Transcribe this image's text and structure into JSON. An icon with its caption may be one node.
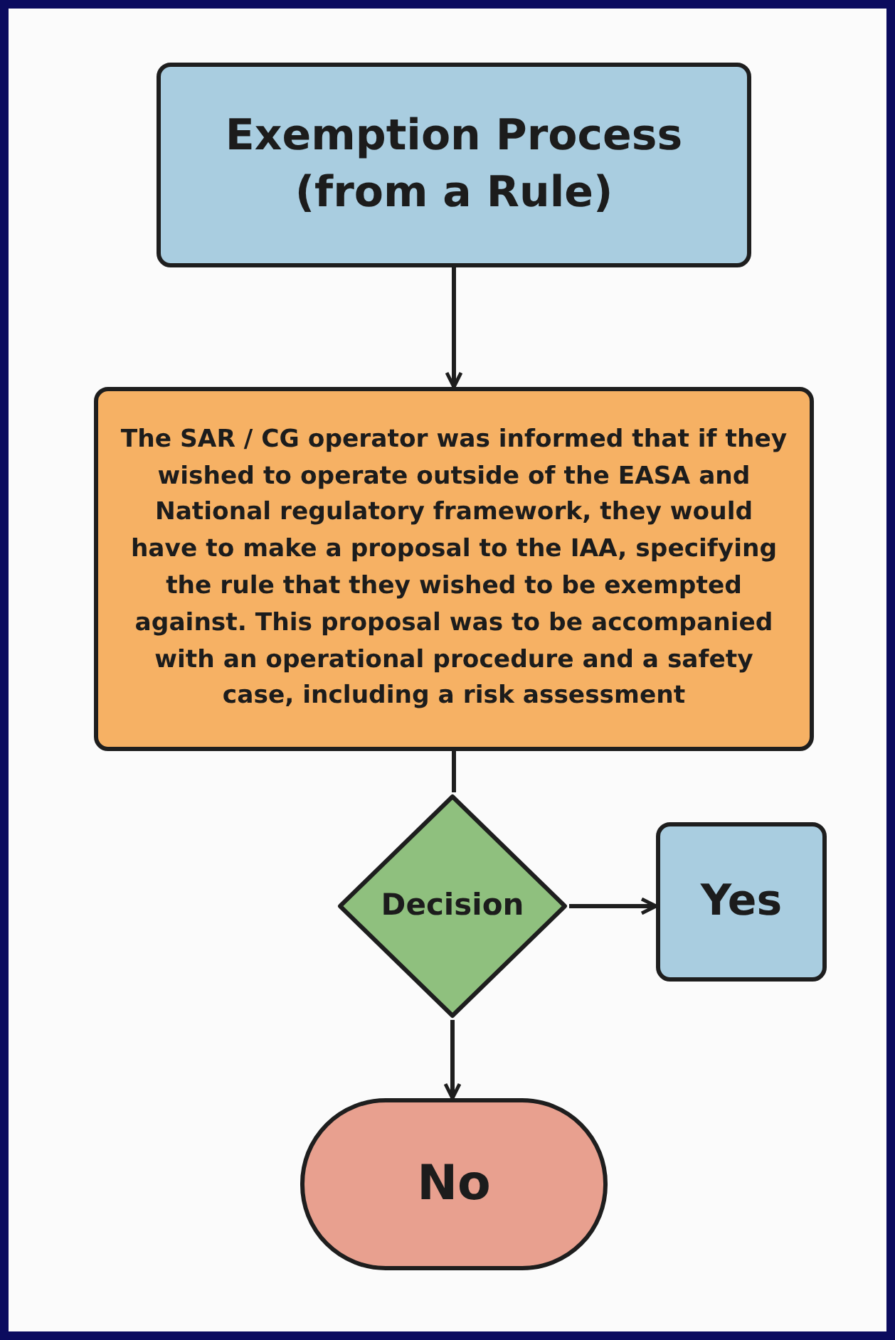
{
  "diagram": {
    "nodes": [
      {
        "text": [
          "Exemption Process (from a Rule)"
        ]
      },
      {
        "text": [
          "The SAR / CG operator was informed that if they wished to operate outside of the EASA and National regulatory framework, they would have to make a proposal to the IAA, specifying the rule that they wished to be exempted against. This proposal was to be accompanied with an operational procedure and a safety case, including a risk assessment"
        ]
      },
      {
        "text": [
          "Decision"
        ]
      },
      {
        "text": [
          "Yes"
        ]
      },
      {
        "text": [
          "No"
        ]
      }
    ],
    "edges": [
      {
        "from": 0,
        "to": 1,
        "arrow": "to"
      },
      {
        "from": 1,
        "to": 2,
        "arrow": "none"
      },
      {
        "from": 2,
        "to": 3,
        "arrow": "to"
      },
      {
        "from": 2,
        "to": 4,
        "arrow": "to"
      }
    ]
  }
}
